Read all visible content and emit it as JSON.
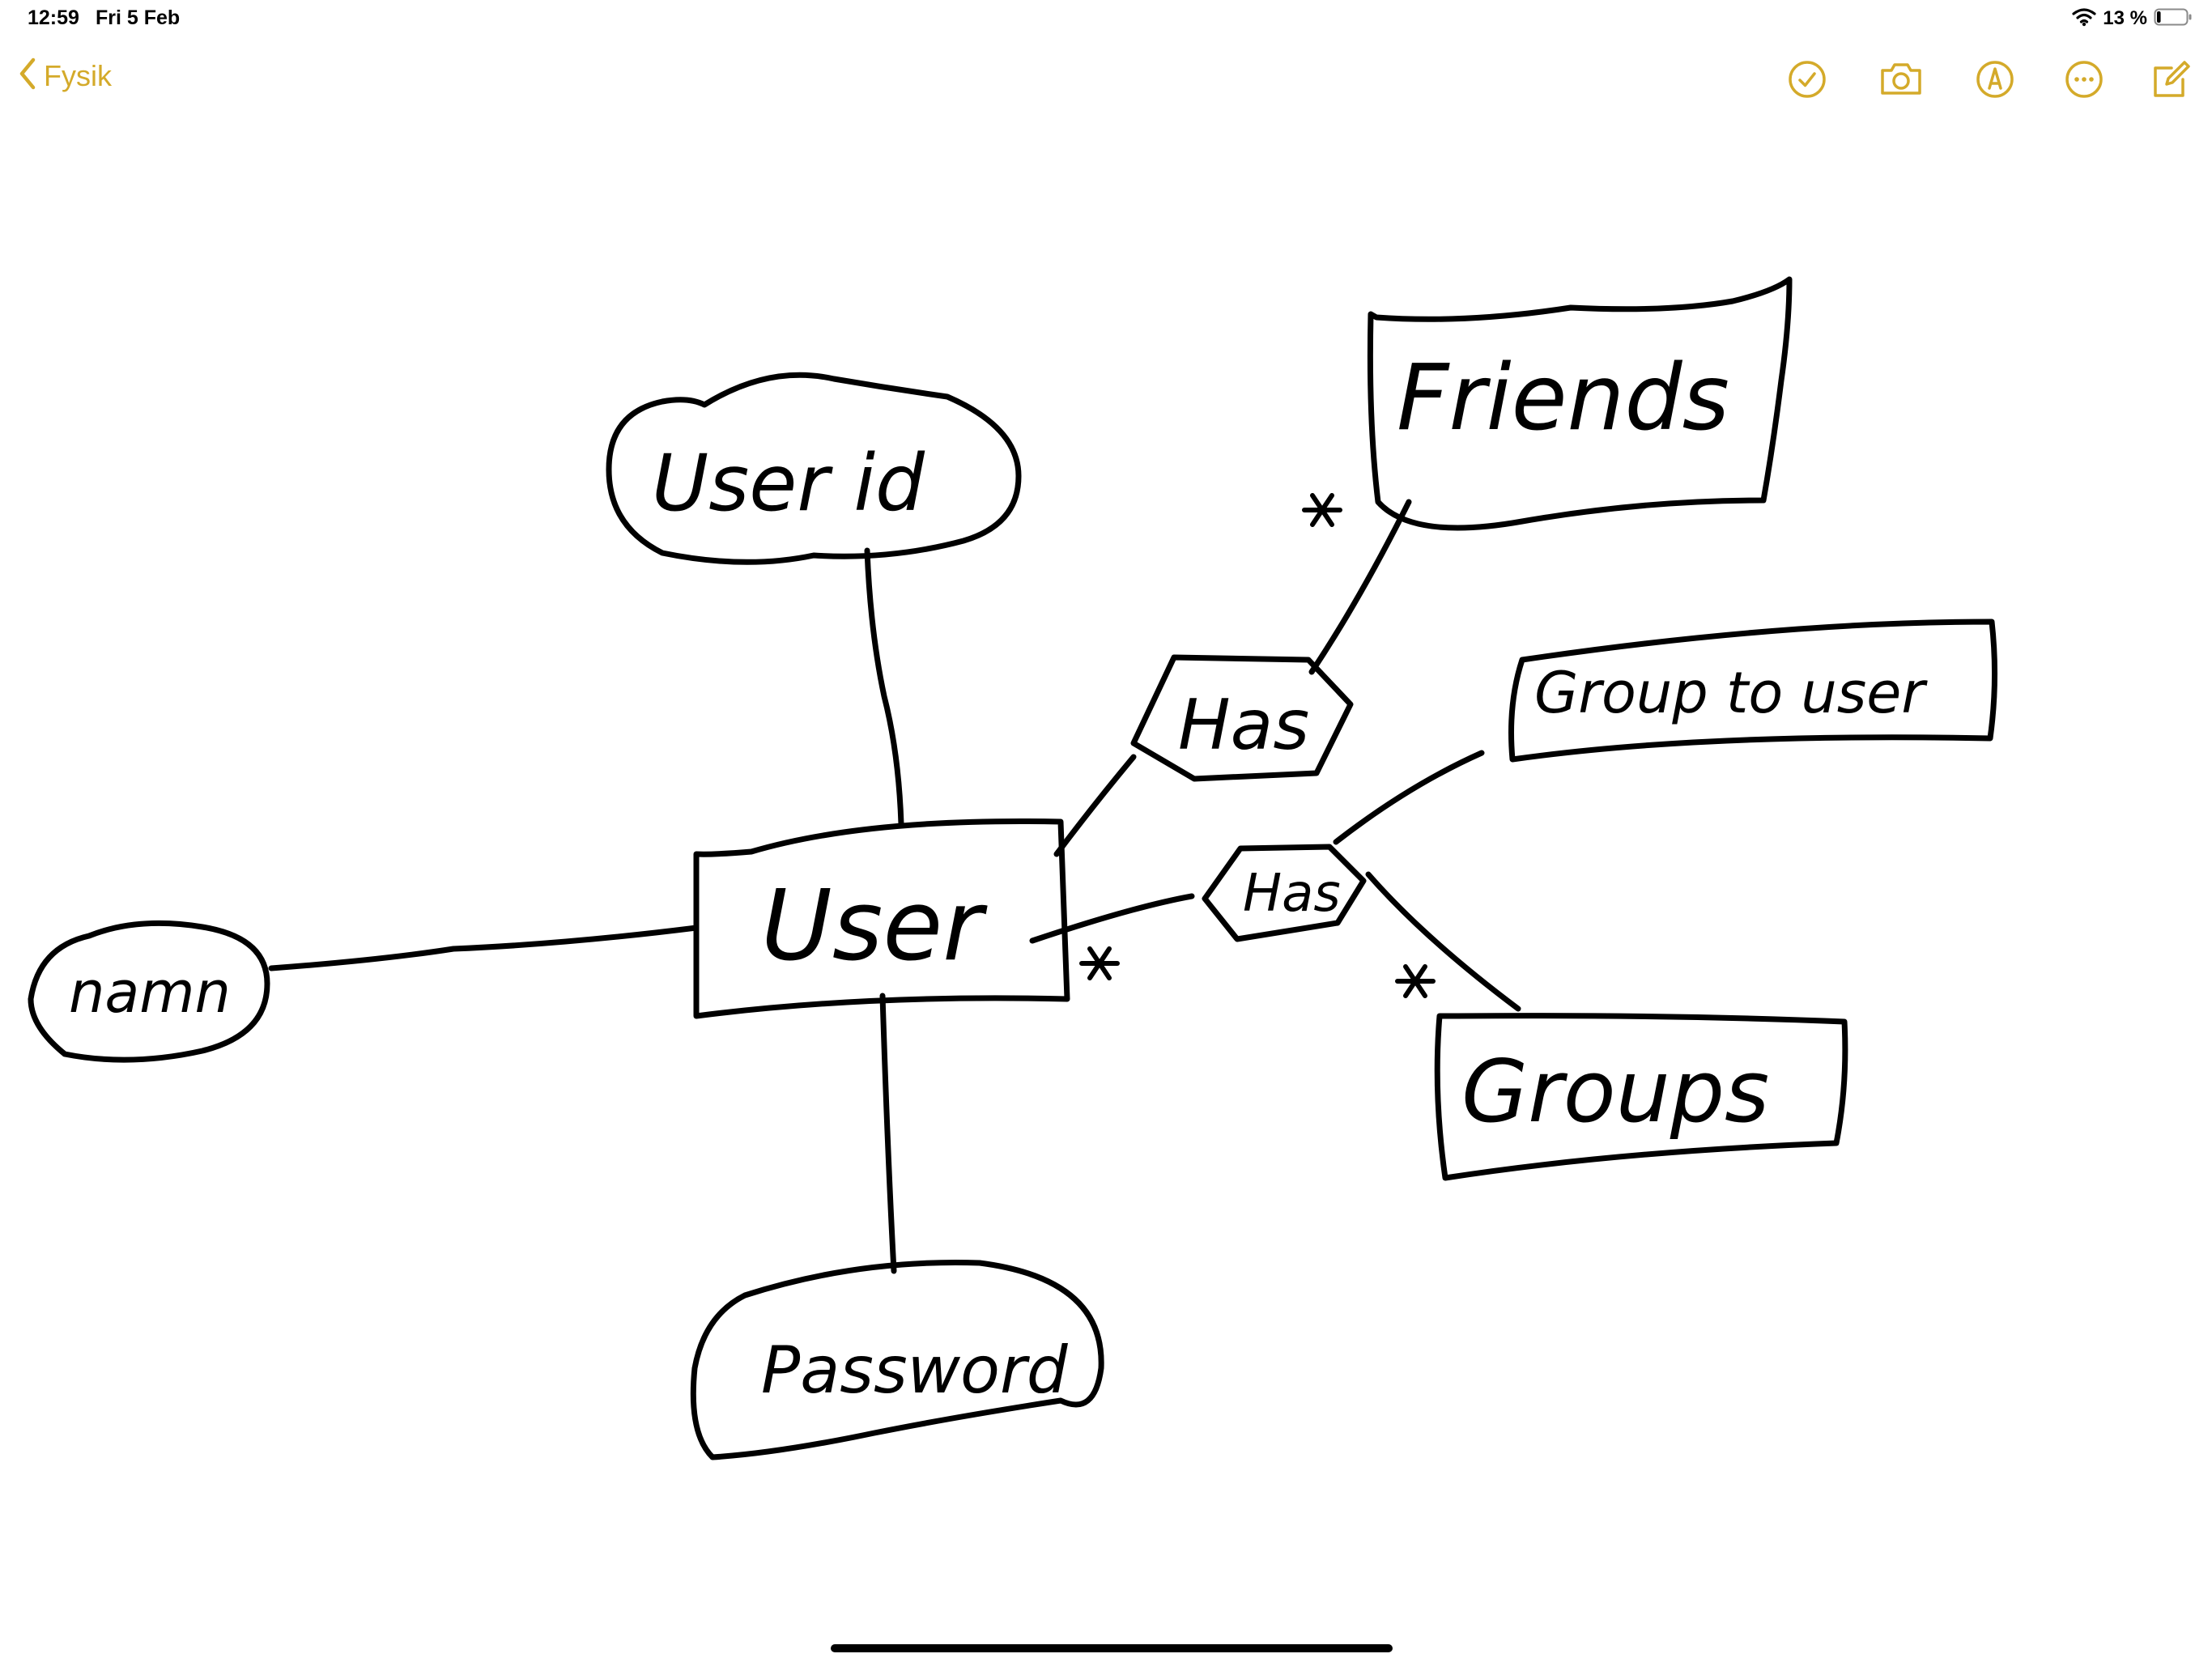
{
  "status_bar": {
    "time": "12:59",
    "date": "Fri 5 Feb",
    "battery_percent": "13 %",
    "battery_level": 0.13
  },
  "toolbar": {
    "back_label": "Fysik",
    "accent_color": "#d4aa2a",
    "icons": [
      "checklist-icon",
      "camera-icon",
      "markup-icon",
      "more-icon",
      "compose-icon"
    ]
  },
  "drawing": {
    "nodes": {
      "user": "User",
      "user_id": "User id",
      "friends": "Friends",
      "has_top": "Has",
      "group_to_user": "Group to user",
      "has_middle": "Has",
      "groups": "Groups",
      "namn": "namn",
      "password": "Password"
    },
    "cardinality_marks": [
      "*",
      "*",
      "*"
    ]
  }
}
